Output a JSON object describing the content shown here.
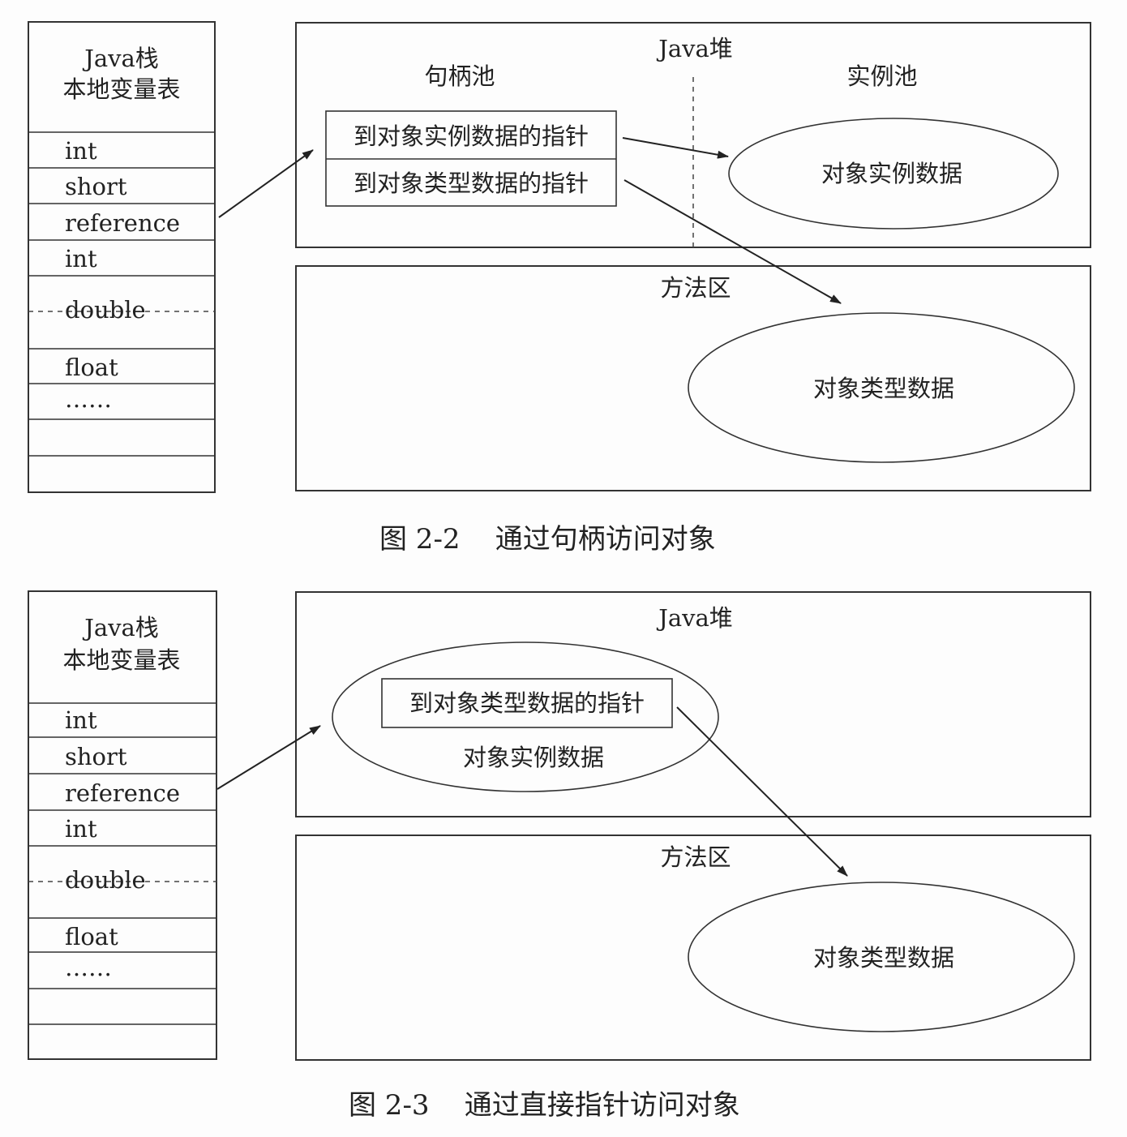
{
  "figure1": {
    "stack_title": [
      "Java栈",
      "本地变量表"
    ],
    "stack_rows": [
      "int",
      "short",
      "reference",
      "int",
      "double",
      "float",
      "……",
      "",
      ""
    ],
    "heap_title": "Java堆",
    "handle_pool_label": "句柄池",
    "instance_pool_label": "实例池",
    "handle_entries": [
      "到对象实例数据的指针",
      "到对象类型数据的指针"
    ],
    "instance_data_label": "对象实例数据",
    "method_area_title": "方法区",
    "type_data_label": "对象类型数据",
    "caption": "图 2-2    通过句柄访问对象"
  },
  "figure2": {
    "stack_title": [
      "Java栈",
      "本地变量表"
    ],
    "stack_rows": [
      "int",
      "short",
      "reference",
      "int",
      "double",
      "float",
      "……",
      "",
      ""
    ],
    "heap_title": "Java堆",
    "type_pointer_label": "到对象类型数据的指针",
    "instance_data_label": "对象实例数据",
    "method_area_title": "方法区",
    "type_data_label": "对象类型数据",
    "caption": "图 2-3    通过直接指针访问对象"
  }
}
